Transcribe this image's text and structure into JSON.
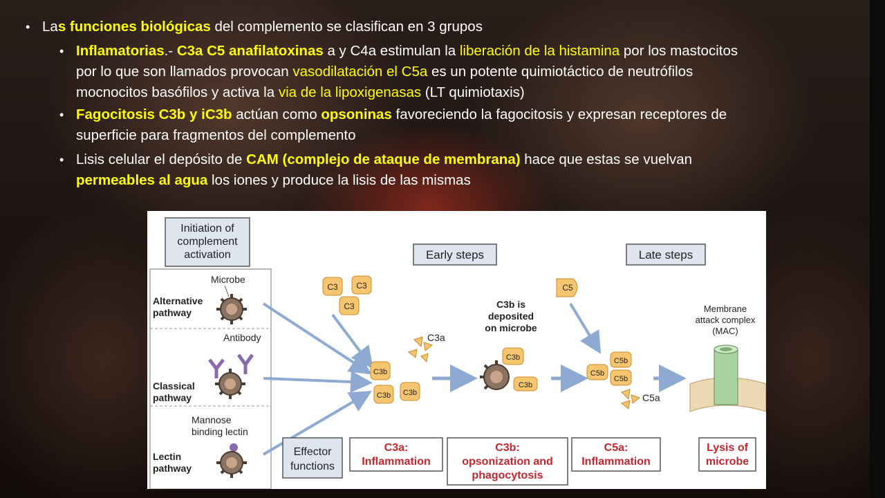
{
  "slide": {
    "bullet_main": {
      "pre": "La",
      "highlight": "s funciones biológicas",
      "post": " del complemento se clasifican en 3 grupos"
    },
    "bullet_inflam": {
      "title": "Inflamatorias",
      "p1": ".- ",
      "h1": "C3a C5 anafilatoxinas",
      "p2": " a y C4a estimulan la ",
      "h2": "liberación de la histamina",
      "p3": " por los mastocitos",
      "line2_a": "por lo que son llamados provocan ",
      "h3": "vasodilatación el C5a",
      "line2_b": " es un potente quimiotáctico de neutrófilos",
      "line3_a": "mocnocitos basófilos y activa la ",
      "h4": "via de la lipoxigenasas",
      "line3_b": " (LT  quimiotaxis)"
    },
    "bullet_fago": {
      "h1": "Fagocitosis C3b y iC3b",
      "p1": " actúan como ",
      "h2": "opsoninas",
      "p2": " favoreciendo la fagocitosis y expresan receptores de",
      "line2": "superficie para fragmentos del complemento"
    },
    "bullet_lisis": {
      "p1": "Lisis celular el depósito de ",
      "h1": "CAM (complejo de ataque de membrana)",
      "p2": " hace que estas se vuelvan",
      "h2": "permeables al agua",
      "p3": " los iones y produce la lisis de las mismas"
    }
  },
  "diagram": {
    "initiation_lines": [
      "Initiation of",
      "complement",
      "activation"
    ],
    "early_steps": "Early steps",
    "late_steps": "Late steps",
    "microbe": "Microbe",
    "alternative_lines": [
      "Alternative",
      "pathway"
    ],
    "antibody": "Antibody",
    "classical_lines": [
      "Classical",
      "pathway"
    ],
    "mannose_lines": [
      "Mannose",
      "binding lectin"
    ],
    "lectin_lines": [
      "Lectin",
      "pathway"
    ],
    "c3": "C3",
    "c3a": "C3a",
    "c3b": "C3b",
    "c3b_deposited_lines": [
      "C3b is",
      "deposited",
      "on microbe"
    ],
    "c5": "C5",
    "c5b": "C5b",
    "c5a": "C5a",
    "mac_lines": [
      "Membrane",
      "attack complex",
      "(MAC)"
    ],
    "effector_lines": [
      "Effector",
      "functions"
    ],
    "eff_c3a_lines": [
      "C3a:",
      "Inflammation"
    ],
    "eff_c3b_lines": [
      "C3b:",
      "opsonization and",
      "phagocytosis"
    ],
    "eff_c5a_lines": [
      "C5a:",
      "Inflammation"
    ],
    "eff_lysis_lines": [
      "Lysis of",
      "microbe"
    ]
  },
  "colors": {
    "highlight": "#ffff00",
    "box_fill": "#dfe5ef",
    "arrow": "#8ea9d2",
    "fragment": "#f6c56f",
    "effector_red": "#c4262e"
  }
}
